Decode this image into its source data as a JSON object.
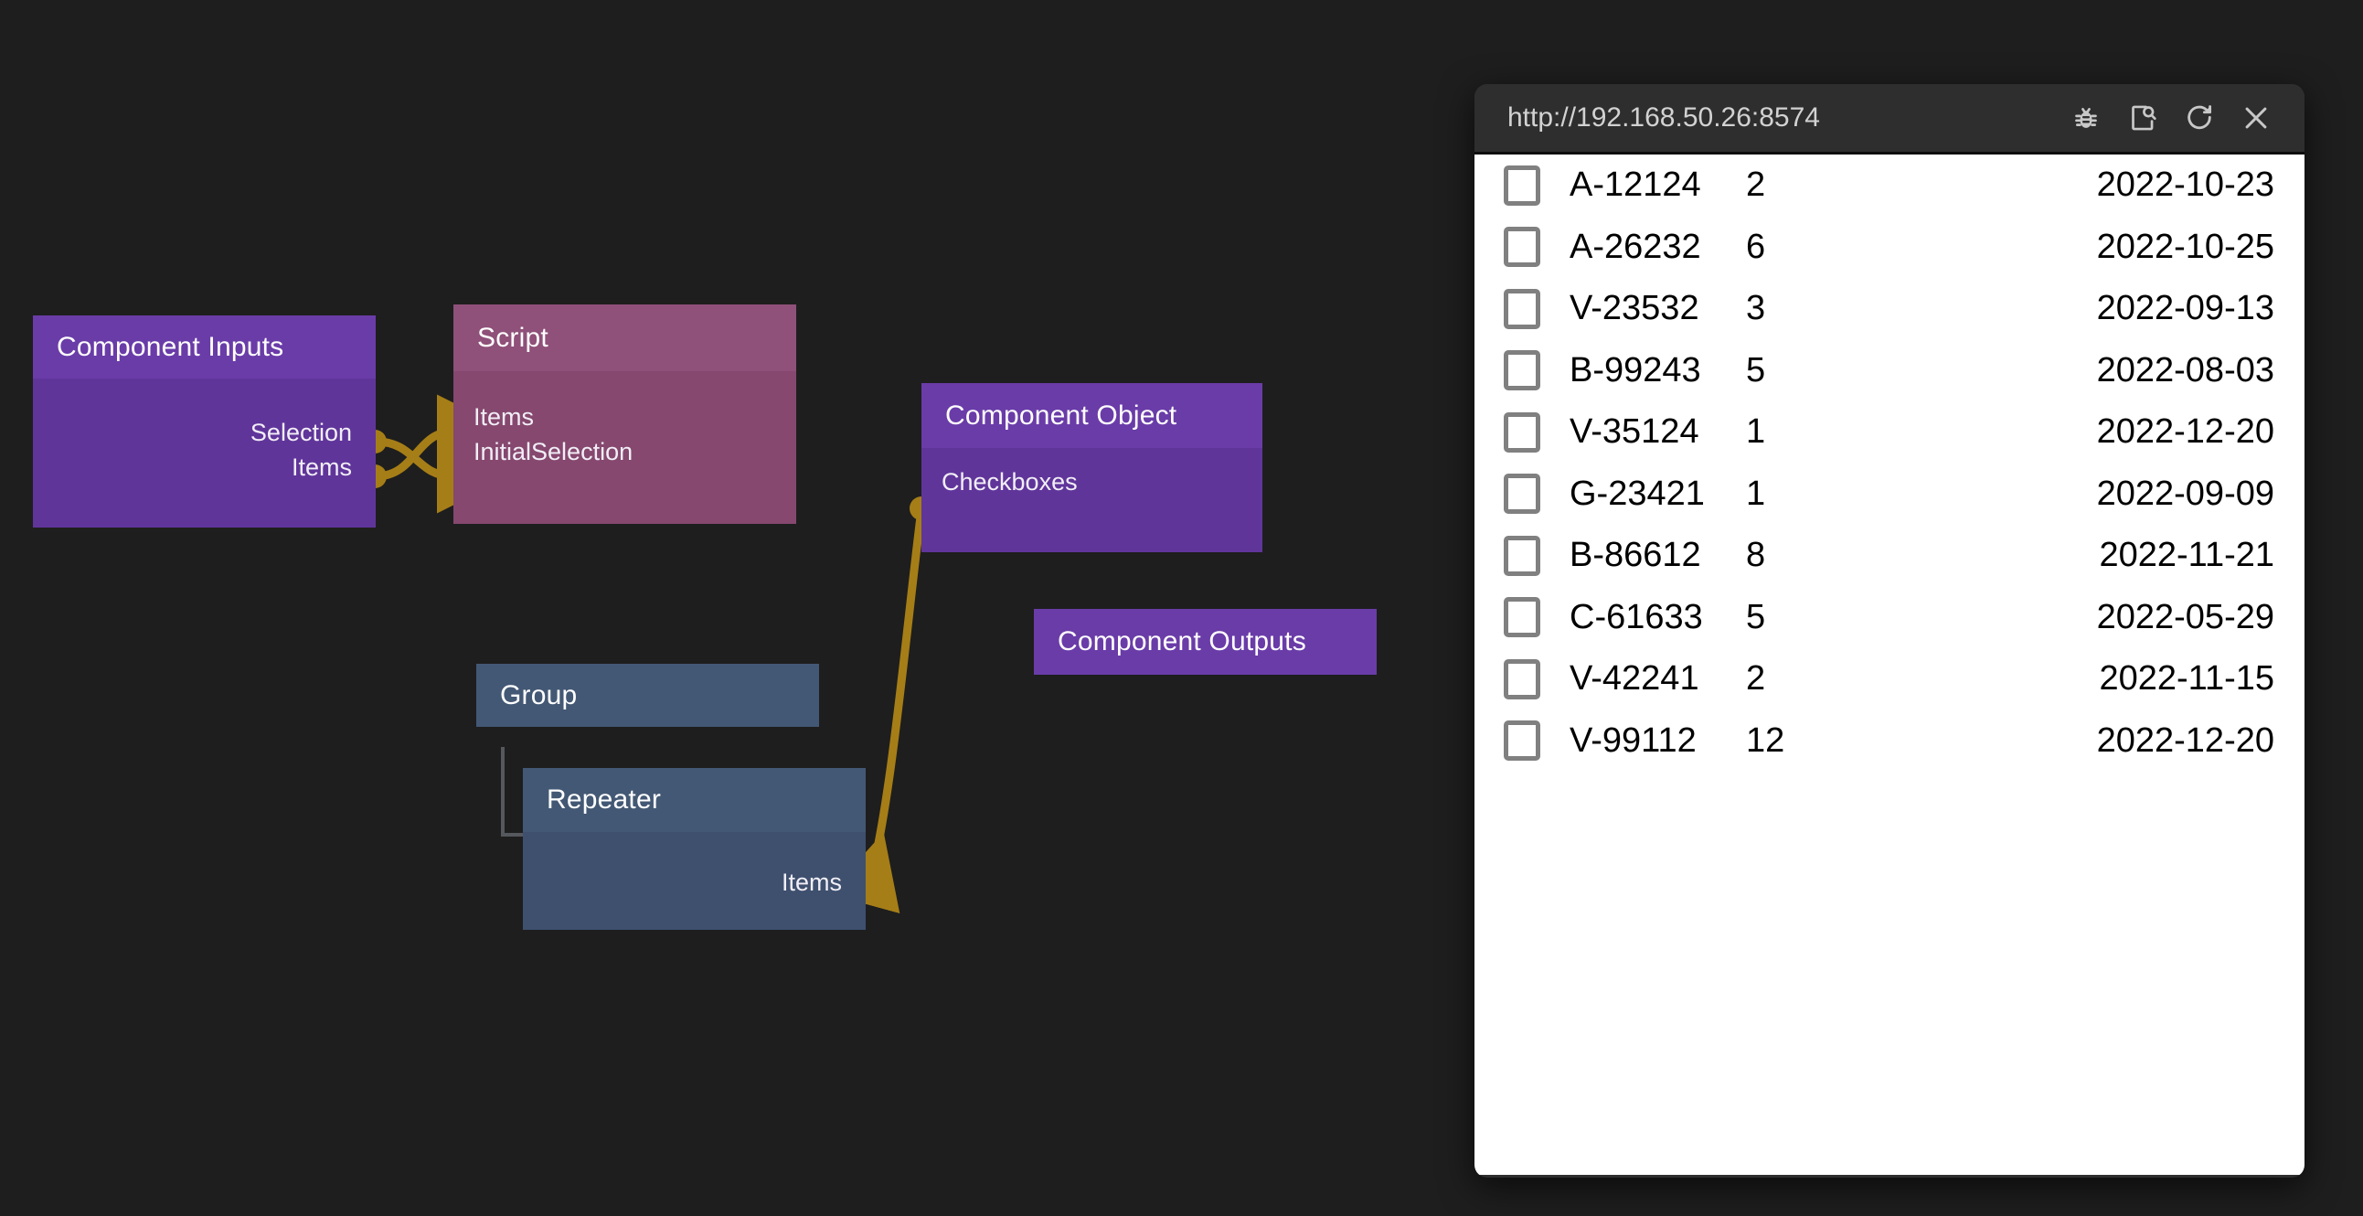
{
  "canvas": {
    "background_color": "#1e1e1e",
    "wire_color": "#a67e17",
    "nodes": [
      {
        "id": "component-inputs",
        "title": "Component Inputs",
        "kind": "purple",
        "ports_out": [
          "Selection",
          "Items"
        ]
      },
      {
        "id": "script",
        "title": "Script",
        "kind": "pink",
        "ports_in": [
          "Items",
          "InitialSelection"
        ]
      },
      {
        "id": "component-object",
        "title": "Component Object",
        "kind": "purple",
        "ports_out": [
          "Checkboxes"
        ]
      },
      {
        "id": "component-outputs",
        "title": "Component Outputs",
        "kind": "purple",
        "ports_out": []
      },
      {
        "id": "group",
        "title": "Group",
        "kind": "blue",
        "ports_out": []
      },
      {
        "id": "repeater",
        "title": "Repeater",
        "kind": "blue",
        "ports_out": [
          "Items"
        ]
      }
    ],
    "connections": [
      {
        "from": "Component Inputs.Selection",
        "to": "Script.InitialSelection"
      },
      {
        "from": "Component Inputs.Items",
        "to": "Script.Items"
      },
      {
        "from": "Component Object.Checkboxes",
        "to": "Repeater.Items"
      }
    ]
  },
  "browser": {
    "url": "http://192.168.50.26:8574",
    "actions": [
      {
        "name": "debug-icon",
        "label": "Debug"
      },
      {
        "name": "inspect-page-icon",
        "label": "Inspect"
      },
      {
        "name": "reload-icon",
        "label": "Reload"
      },
      {
        "name": "close-icon",
        "label": "Close"
      }
    ],
    "table": {
      "rows": [
        {
          "checked": false,
          "code": "A-12124",
          "qty": "2",
          "date": "2022-10-23"
        },
        {
          "checked": false,
          "code": "A-26232",
          "qty": "6",
          "date": "2022-10-25"
        },
        {
          "checked": false,
          "code": "V-23532",
          "qty": "3",
          "date": "2022-09-13"
        },
        {
          "checked": false,
          "code": "B-99243",
          "qty": "5",
          "date": "2022-08-03"
        },
        {
          "checked": false,
          "code": "V-35124",
          "qty": "1",
          "date": "2022-12-20"
        },
        {
          "checked": false,
          "code": "G-23421",
          "qty": "1",
          "date": "2022-09-09"
        },
        {
          "checked": false,
          "code": "B-86612",
          "qty": "8",
          "date": "2022-11-21"
        },
        {
          "checked": false,
          "code": "C-61633",
          "qty": "5",
          "date": "2022-05-29"
        },
        {
          "checked": false,
          "code": "V-42241",
          "qty": "2",
          "date": "2022-11-15"
        },
        {
          "checked": false,
          "code": "V-99112",
          "qty": "12",
          "date": "2022-12-20"
        }
      ]
    }
  }
}
